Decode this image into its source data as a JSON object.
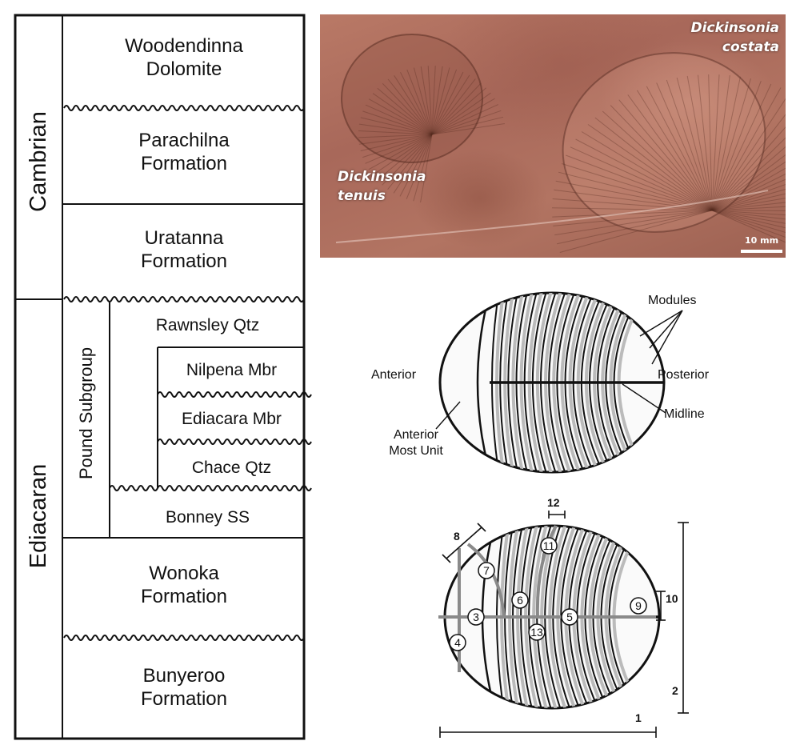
{
  "stratigraphy": {
    "periods": {
      "cambrian": "Cambrian",
      "ediacaran": "Ediacaran"
    },
    "group": "Pound Subgroup",
    "units": {
      "woodendinna": [
        "Woodendinna",
        "Dolomite"
      ],
      "parachilna": [
        "Parachilna",
        "Formation"
      ],
      "uratanna": [
        "Uratanna",
        "Formation"
      ],
      "rawnsley": "Rawnsley Qtz",
      "nilpena": "Nilpena Mbr",
      "ediacara": "Ediacara Mbr",
      "chace": "Chace Qtz",
      "bonney": "Bonney SS",
      "wonoka": [
        "Wonoka",
        "Formation"
      ],
      "bunyeroo": [
        "Bunyeroo",
        "Formation"
      ]
    }
  },
  "photo": {
    "label_costata": [
      "Dickinsonia",
      "costata"
    ],
    "label_tenuis": [
      "Dickinsonia",
      "tenuis"
    ],
    "scale_bar": "10 mm"
  },
  "anatomy": {
    "modules": "Modules",
    "anterior": "Anterior",
    "posterior": "Posterior",
    "midline": "Midline",
    "anterior_most_unit": [
      "Anterior",
      "Most Unit"
    ]
  },
  "measurements": {
    "circled": [
      "3",
      "4",
      "5",
      "6",
      "7",
      "9",
      "11",
      "13"
    ],
    "bars": {
      "m1": "1",
      "m2": "2",
      "m8": "8",
      "m10": "10",
      "m12": "12"
    }
  },
  "colors": {
    "border": "#111111",
    "photo_text": "#ffffff",
    "measure_gray": "#8a8a8a"
  }
}
